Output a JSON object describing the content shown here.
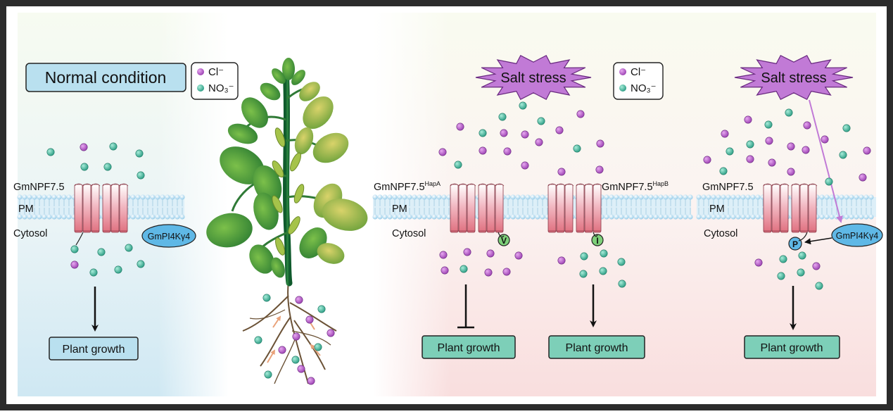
{
  "colors": {
    "chloride": "#b25bc8",
    "nitrate": "#3fb39a",
    "membrane": "#a9d6ef",
    "channel": "#e8a0ae",
    "kinase": "#5fb8e6",
    "star": "#c17ad6",
    "growth_box": "#7dcfb8",
    "title_box": "#b9e0ef"
  },
  "legend": {
    "chloride": "Cl⁻",
    "nitrate": "NO₃⁻"
  },
  "panels": {
    "normal": {
      "title": "Normal condition",
      "transporter": "GmNPF7.5",
      "membrane": "PM",
      "cytosol": "Cytosol",
      "kinase": "GmPI4Kγ4",
      "outcome": "Plant growth"
    },
    "salt_haplotypes": {
      "stress": "Salt stress",
      "hapA_name": "GmNPF7.5",
      "hapA_sup": "HapA",
      "hapB_name": "GmNPF7.5",
      "hapB_sup": "HapB",
      "membrane": "PM",
      "cytosol": "Cytosol",
      "residue_a": "V",
      "residue_b": "I",
      "outcome_a": "Plant growth",
      "outcome_b": "Plant growth"
    },
    "salt_kinase": {
      "stress": "Salt stress",
      "transporter": "GmNPF7.5",
      "membrane": "PM",
      "cytosol": "Cytosol",
      "kinase": "GmPI4Kγ4",
      "phospho": "P",
      "outcome": "Plant growth"
    }
  }
}
